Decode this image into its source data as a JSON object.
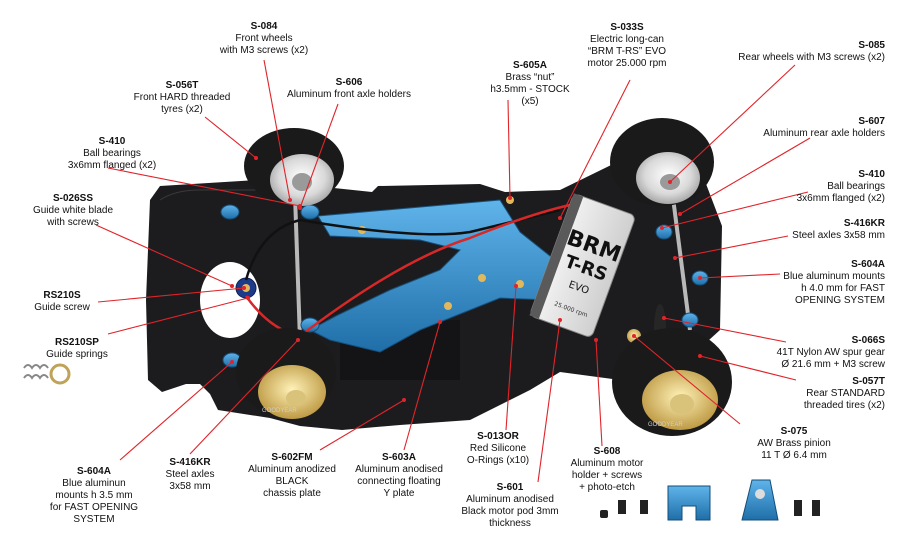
{
  "colors": {
    "chassis": "#1c1c1e",
    "blue": "#2a86c6",
    "callout": "#e0242a",
    "tyre": "#1a1a1a",
    "rim": "#d8d8d8"
  },
  "callouts": [
    {
      "id": "s084",
      "code": "S-084",
      "desc": "Front wheels\nwith M3 screws (x2)"
    },
    {
      "id": "s056t",
      "code": "S-056T",
      "desc": "Front HARD threaded\ntyres (x2)"
    },
    {
      "id": "s606",
      "code": "S-606",
      "desc": "Aluminum front axle holders"
    },
    {
      "id": "s605a",
      "code": "S-605A",
      "desc": "Brass “nut”\nh3.5mm - STOCK\n(x5)"
    },
    {
      "id": "s033s",
      "code": "S-033S",
      "desc": "Electric long-can\n“BRM T-RS” EVO\nmotor 25.000 rpm"
    },
    {
      "id": "s085",
      "code": "S-085",
      "desc": "Rear wheels with M3 screws (x2)"
    },
    {
      "id": "s410a",
      "code": "S-410",
      "desc": "Ball bearings\n3x6mm flanged (x2)"
    },
    {
      "id": "s026ss",
      "code": "S-026SS",
      "desc": "Guide white blade\nwith screws"
    },
    {
      "id": "s607",
      "code": "S-607",
      "desc": "Aluminum rear axle holders"
    },
    {
      "id": "s410b",
      "code": "S-410",
      "desc": "Ball bearings\n3x6mm flanged (x2)"
    },
    {
      "id": "s416kr_r",
      "code": "S-416KR",
      "desc": "Steel axles 3x58 mm"
    },
    {
      "id": "s604a_r",
      "code": "S-604A",
      "desc": "Blue aluminum mounts\nh 4.0 mm for FAST\nOPENING SYSTEM"
    },
    {
      "id": "rs210s",
      "code": "RS210S",
      "desc": "Guide screw"
    },
    {
      "id": "rs210sp",
      "code": "RS210SP",
      "desc": "Guide springs"
    },
    {
      "id": "s066s",
      "code": "S-066S",
      "desc": "41T Nylon AW spur gear\nØ 21.6 mm + M3 screw"
    },
    {
      "id": "s057t",
      "code": "S-057T",
      "desc": "Rear STANDARD\nthreaded tires (x2)"
    },
    {
      "id": "s075",
      "code": "S-075",
      "desc": "AW Brass pinion\n11 T Ø 6.4 mm"
    },
    {
      "id": "s604a_l",
      "code": "S-604A",
      "desc": "Blue aluminun\nmounts h 3.5 mm\nfor FAST OPENING\nSYSTEM"
    },
    {
      "id": "s416kr_l",
      "code": "S-416KR",
      "desc": "Steel axles\n3x58 mm"
    },
    {
      "id": "s602fm",
      "code": "S-602FM",
      "desc": "Aluminum anodized\nBLACK\nchassis plate"
    },
    {
      "id": "s603a",
      "code": "S-603A",
      "desc": "Aluminum anodised\nconnecting floating\nY plate"
    },
    {
      "id": "s013or",
      "code": "S-013OR",
      "desc": "Red Silicone\nO-Rings (x10)"
    },
    {
      "id": "s601",
      "code": "S-601",
      "desc": "Aluminum anodised\nBlack motor pod 3mm\nthickness"
    },
    {
      "id": "s608",
      "code": "S-608",
      "desc": "Aluminum motor\nholder + screws\n+ photo-etch"
    }
  ],
  "motor_label": {
    "line1": "BRM",
    "line2": "T-RS",
    "line3": "EVO",
    "rpm": "25.000 rpm"
  },
  "tyre_text": "GOODYEAR"
}
